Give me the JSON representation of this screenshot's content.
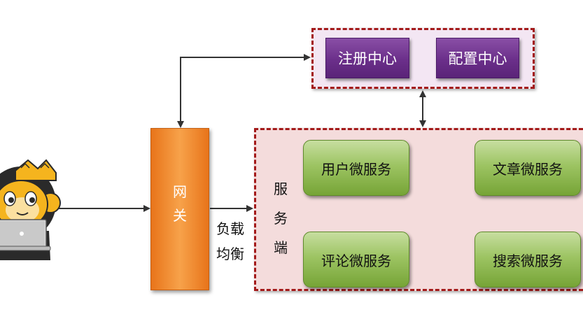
{
  "gateway": {
    "char1": "网",
    "char2": "关"
  },
  "load_balance": {
    "line1": "负载",
    "line2": "均衡"
  },
  "server_side": {
    "char1": "服",
    "char2": "务",
    "char3": "端"
  },
  "top_group": {
    "registry": "注册中心",
    "config": "配置中心"
  },
  "services": {
    "user": "用户微服务",
    "article": "文章微服务",
    "comment": "评论微服务",
    "search": "搜索微服务"
  },
  "colors": {
    "dash_border": "#a31a1a",
    "purple": "#6b2f8a",
    "green": "#9dc463",
    "orange": "#f39233",
    "arrow": "#333333"
  },
  "icons": [
    "user-avatar-icon"
  ]
}
